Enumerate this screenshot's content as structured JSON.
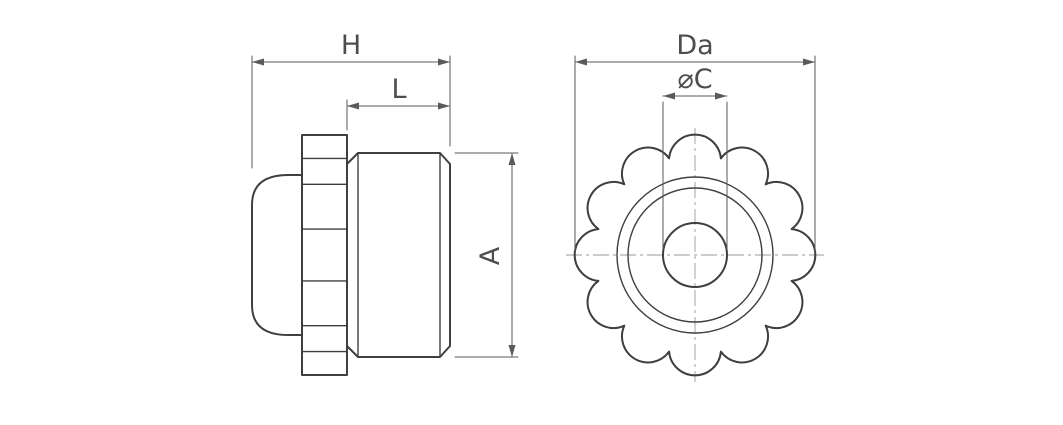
{
  "drawing": {
    "dimensions": {
      "h": "H",
      "l": "L",
      "a": "A",
      "da": "Da",
      "c": "⌀C"
    }
  }
}
